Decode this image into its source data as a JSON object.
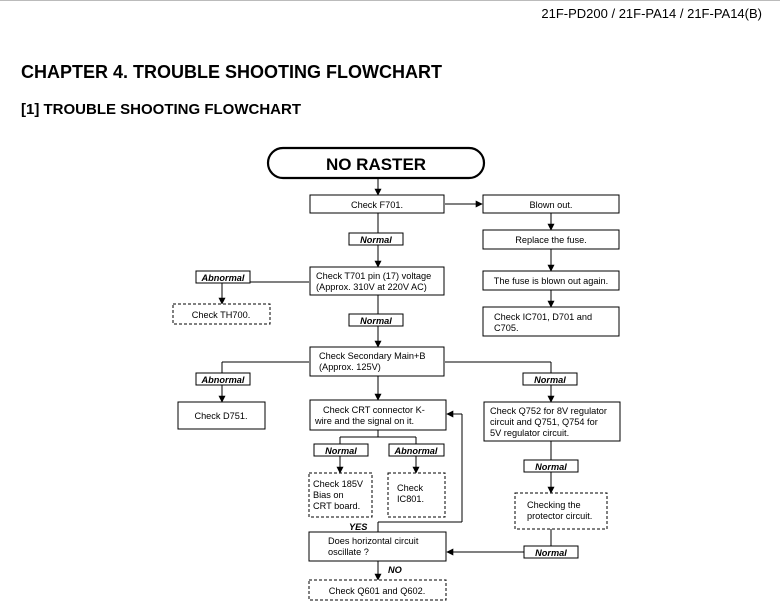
{
  "header": {
    "model": "21F-PD200 / 21F-PA14 / 21F-PA14(B)",
    "chapter": "CHAPTER 4. TROUBLE SHOOTING FLOWCHART",
    "section": "[1] TROUBLE SHOOTING FLOWCHART"
  },
  "flow": {
    "start": "NO RASTER",
    "check_f701": "Check F701.",
    "blown_out": "Blown out.",
    "replace_fuse": "Replace the fuse.",
    "fuse_blown_again": "The fuse is blown out again.",
    "check_ic701": [
      "Check IC701, D701 and",
      "C705."
    ],
    "check_t701": [
      "Check T701 pin (17) voltage",
      "(Approx. 310V at 220V AC)"
    ],
    "check_th700": "Check TH700.",
    "check_secondary": [
      "Check Secondary Main+B",
      "(Approx. 125V)"
    ],
    "check_d751": "Check D751.",
    "check_crt": [
      "Check CRT connector K-",
      "wire and the signal on it."
    ],
    "check_q752": [
      "Check Q752 for 8V regulator",
      "circuit and Q751, Q754 for",
      "5V regulator circuit."
    ],
    "check_185v": [
      "Check 185V",
      "Bias on",
      "CRT board."
    ],
    "check_ic801": [
      "Check",
      "IC801."
    ],
    "checking_protector": [
      "Checking the",
      "protector circuit."
    ],
    "horizontal_osc": [
      "Does horizontal circuit",
      "oscillate ?"
    ],
    "check_q601": "Check Q601 and Q602."
  },
  "labels": {
    "normal": "Normal",
    "abnormal": "Abnormal",
    "yes": "YES",
    "no": "NO"
  }
}
